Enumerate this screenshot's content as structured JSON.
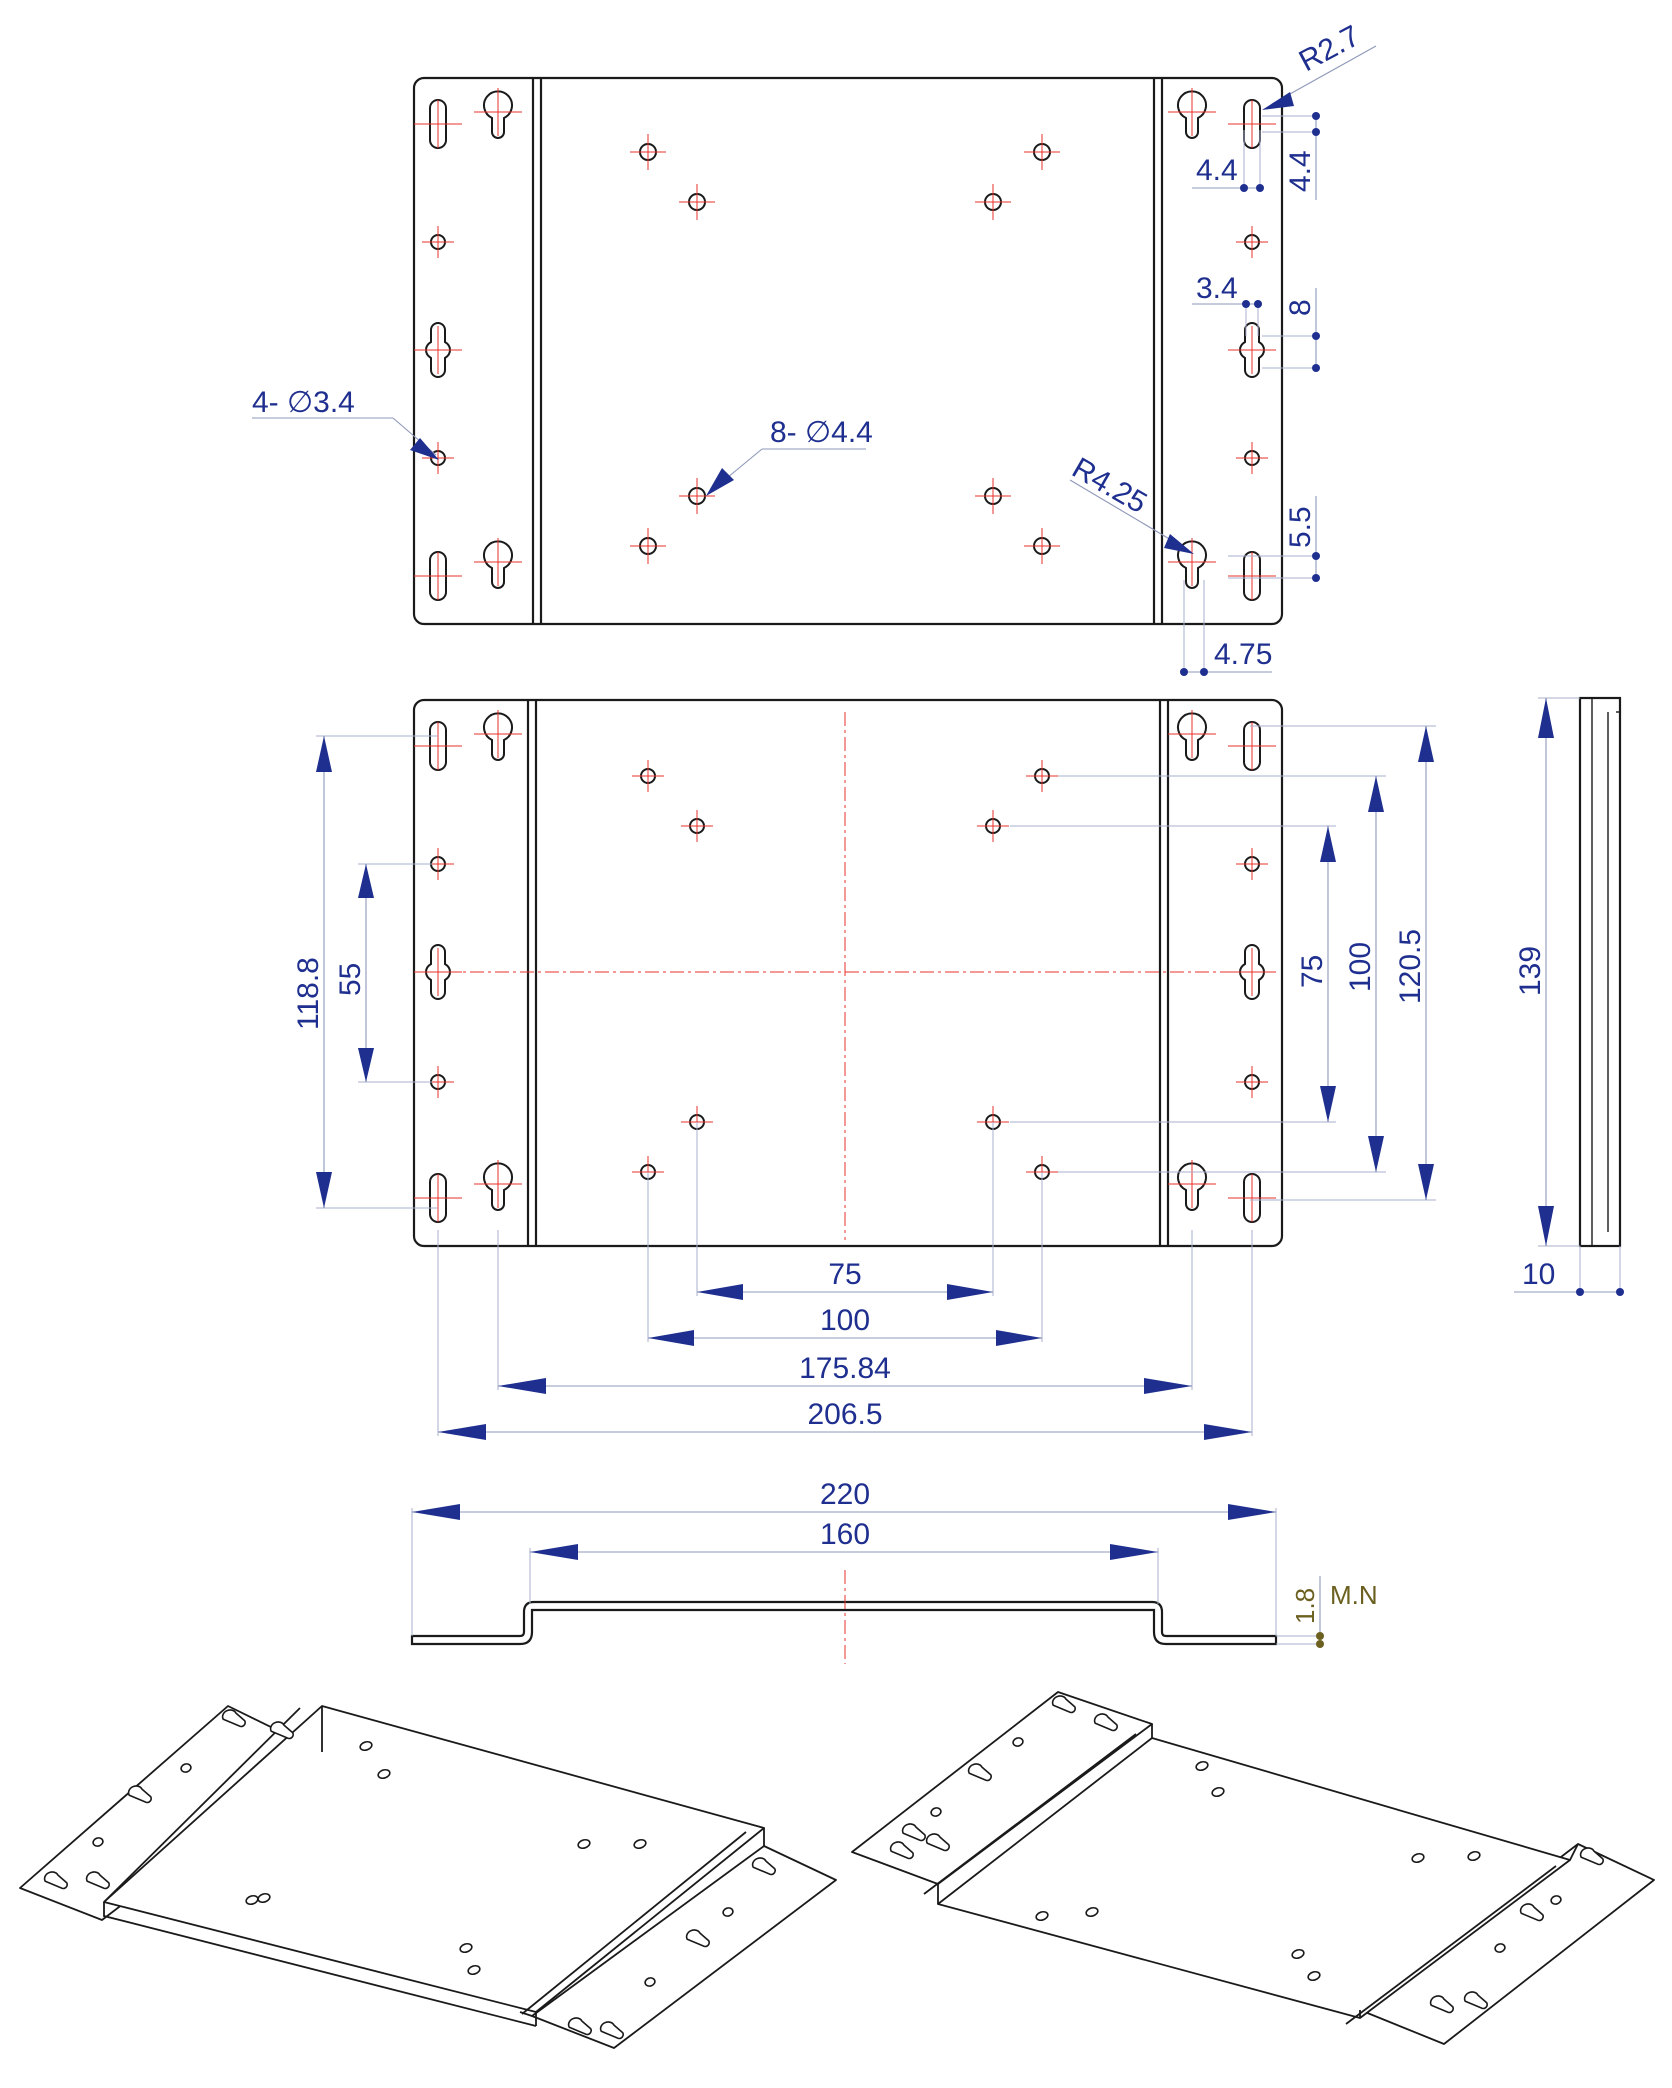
{
  "diagram": {
    "top_view": {
      "notes": {
        "holes_small": "4- ∅3.4",
        "holes_vesa": "8- ∅4.4",
        "radius_small_slot": "R2.7",
        "radius_keyhole": "R4.25",
        "dim_4_4_h": "4.4",
        "dim_4_4_v": "4.4",
        "dim_3_4": "3.4",
        "dim_8": "8",
        "dim_5_5": "5.5",
        "dim_4_75": "4.75"
      }
    },
    "front_view": {
      "dims": {
        "d118_8": "118.8",
        "d55": "55",
        "d75_v": "75",
        "d100_v": "100",
        "d120_5": "120.5",
        "d75_h": "75",
        "d100_h": "100",
        "d175_84": "175.84",
        "d206_5": "206.5"
      }
    },
    "side_view": {
      "dims": {
        "d139": "139",
        "d10": "10"
      }
    },
    "bottom_view": {
      "dims": {
        "d220": "220",
        "d160": "160",
        "d1_8": "1.8",
        "material_symbol": "M.N"
      }
    },
    "colors": {
      "outline": "#1a1a1a",
      "centerline": "#e8322e",
      "dimension": "#1f2f8f",
      "dimension_line": "#8e98b8"
    }
  }
}
